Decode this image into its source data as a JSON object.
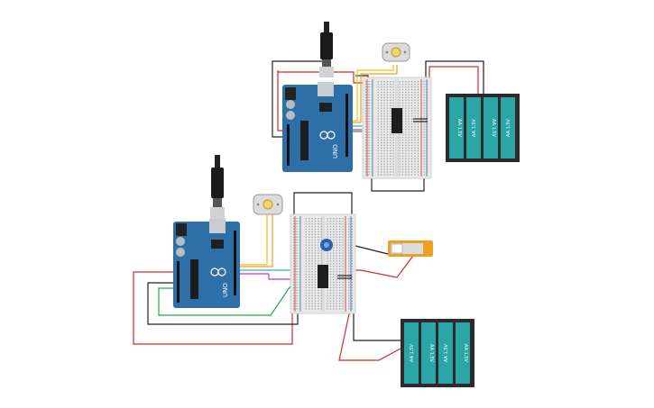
{
  "circuits": [
    {
      "id": "top",
      "arduino": {
        "label": "UNO"
      },
      "battery_pack": {
        "cells": [
          "AA 1.5V",
          "AA 1.5V",
          "AA 1.5V",
          "AA 1.5V"
        ]
      }
    },
    {
      "id": "bottom",
      "arduino": {
        "label": "UNO"
      },
      "battery_pack": {
        "cells": [
          "AA 1.5V",
          "AA 1.5V",
          "AA 1.5V",
          "AA 1.5V"
        ]
      }
    }
  ],
  "colors": {
    "arduino_blue": "#2f6fa8",
    "battery_teal": "#2aa6a6",
    "battery_case": "#2b2b2b",
    "breadboard": "#e9e9e9",
    "wire_red": "#d42a2a",
    "wire_black": "#222222",
    "wire_green": "#28a745",
    "wire_yellow": "#e6c419",
    "wire_cyan": "#22b8c9",
    "wire_magenta": "#c23ad3",
    "wire_orange": "#f0a020",
    "potentiometer_blue": "#2f5fb0",
    "slide_switch_orange": "#f0a020"
  },
  "icons": [
    "usb-cable-icon",
    "dc-motor-icon",
    "potentiometer-icon",
    "slide-switch-icon",
    "ic-chip-icon",
    "capacitor-icon"
  ]
}
